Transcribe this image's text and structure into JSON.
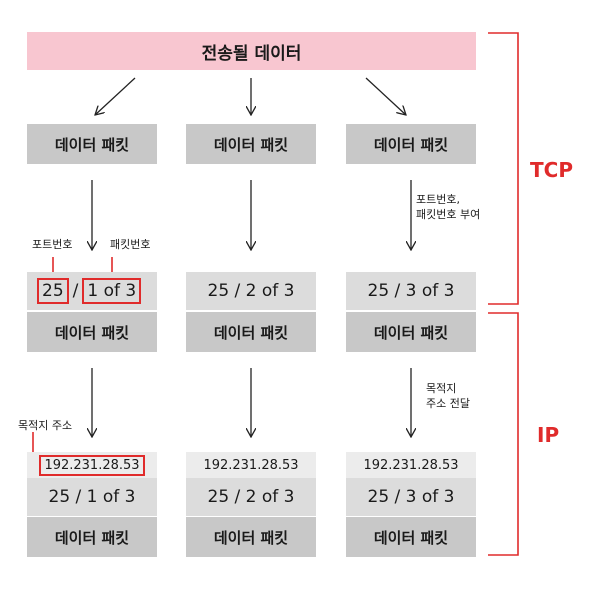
{
  "title": "전송될 데이터",
  "packet_label": "데이터 패킷",
  "tcp_headers": [
    {
      "port": "25",
      "sep": "/",
      "seq": "1 of 3"
    },
    {
      "text": "25 / 2 of 3"
    },
    {
      "text": "25 / 3 of 3"
    }
  ],
  "ip_headers": [
    "192.231.28.53",
    "192.231.28.53",
    "192.231.28.53"
  ],
  "annotations": {
    "port_label": "포트번호",
    "seq_label": "패킷번호",
    "tcp_step_line1": "포트번호,",
    "tcp_step_line2": "패킷번호 부여",
    "dest_label": "목적지 주소",
    "ip_step_line1": "목적지",
    "ip_step_line2": "주소 전달"
  },
  "layers": {
    "tcp": "TCP",
    "ip": "IP"
  },
  "colors": {
    "accent": "#e02b2b",
    "title_bg": "#f8c6d0",
    "packet_bg": "#c8c8c8",
    "header_bg": "#dcdcdc",
    "ip_bg": "#ececec"
  }
}
